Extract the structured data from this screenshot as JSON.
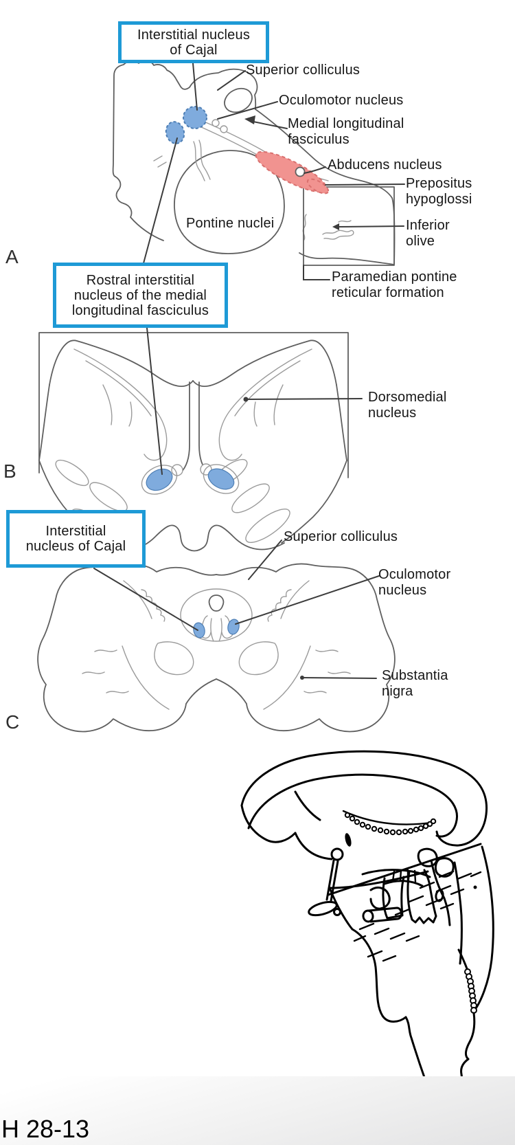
{
  "figure": {
    "code": "H 28-13",
    "panel_letters": {
      "a": "A",
      "b": "B",
      "c": "C"
    }
  },
  "highlight_boxes": {
    "interstitial_nucleus_of_cajal_top": "Interstitial nucleus\nof Cajal",
    "rostral_interstitial_nucleus": "Rostral interstitial\nnucleus of the medial\nlongitudinal fasciculus",
    "interstitial_nucleus_of_cajal_bottom": "Interstitial\nnucleus of Cajal"
  },
  "panel_a_labels": {
    "superior_colliculus": "Superior colliculus",
    "oculomotor_nucleus": "Oculomotor nucleus",
    "medial_longitudinal_fasciculus": "Medial longitudinal\nfasciculus",
    "abducens_nucleus": "Abducens nucleus",
    "prepositus_hypoglossi": "Prepositus\nhypoglossi",
    "inferior_olive": "Inferior\nolive",
    "pontine_nuclei": "Pontine nuclei",
    "paramedian_pontine_reticular_formation": "Paramedian pontine\nreticular formation"
  },
  "panel_b_labels": {
    "dorsomedial_nucleus": "Dorsomedial\nnucleus"
  },
  "panel_c_labels": {
    "superior_colliculus": "Superior colliculus",
    "oculomotor_nucleus": "Oculomotor\nnucleus",
    "substantia_nigra": "Substantia\nnigra"
  },
  "colors": {
    "highlight_box_border": "#1e9ad6",
    "nucleus_blue": "#7fabdd",
    "pprf_pink": "#f19390",
    "outline_gray": "#5f5f5f",
    "detail_gray": "#9b9b9b",
    "sketch_black": "#000000"
  }
}
